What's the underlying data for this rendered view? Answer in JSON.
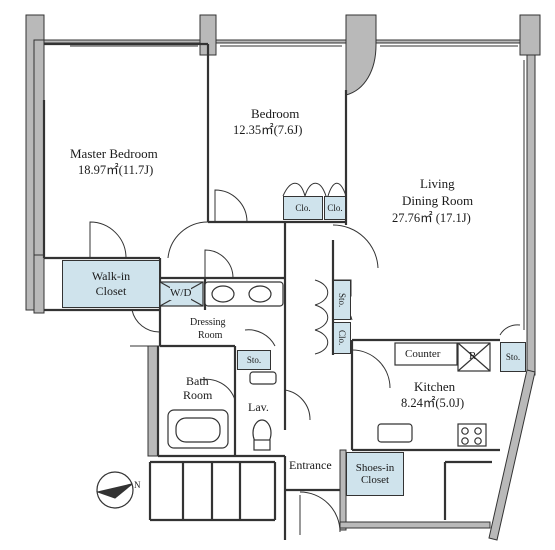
{
  "rooms": {
    "master_bedroom": {
      "name": "Master Bedroom",
      "area": "18.97㎡(11.7J)"
    },
    "bedroom": {
      "name": "Bedroom",
      "area": "12.35㎡(7.6J)"
    },
    "living": {
      "name_line1": "Living",
      "name_line2": "Dining Room",
      "area": "27.76㎡ (17.1J)"
    },
    "kitchen": {
      "name": "Kitchen",
      "area": "8.24㎡(5.0J)"
    },
    "dressing": {
      "name_line1": "Dressing",
      "name_line2": "Room"
    },
    "bath": {
      "name_line1": "Bath",
      "name_line2": "Room"
    },
    "lav": {
      "name": "Lav."
    },
    "entrance": {
      "name": "Entrance"
    }
  },
  "storage": {
    "walkin": {
      "line1": "Walk-in",
      "line2": "Closet"
    },
    "shoes": {
      "line1": "Shoes-in",
      "line2": "Closet"
    },
    "wd": "W/D",
    "clo1": "Clo.",
    "clo2": "Clo.",
    "clo3": "Clo.",
    "sto_hall": "Sto.",
    "sto_bath": "Sto.",
    "sto_living": "Sto."
  },
  "fixtures": {
    "counter": "Counter",
    "fridge": "R"
  },
  "compass": {
    "label": "N"
  },
  "colors": {
    "storage_fill": "#cfe3ec",
    "wall_fill": "#b9b9b9",
    "line": "#333333"
  }
}
